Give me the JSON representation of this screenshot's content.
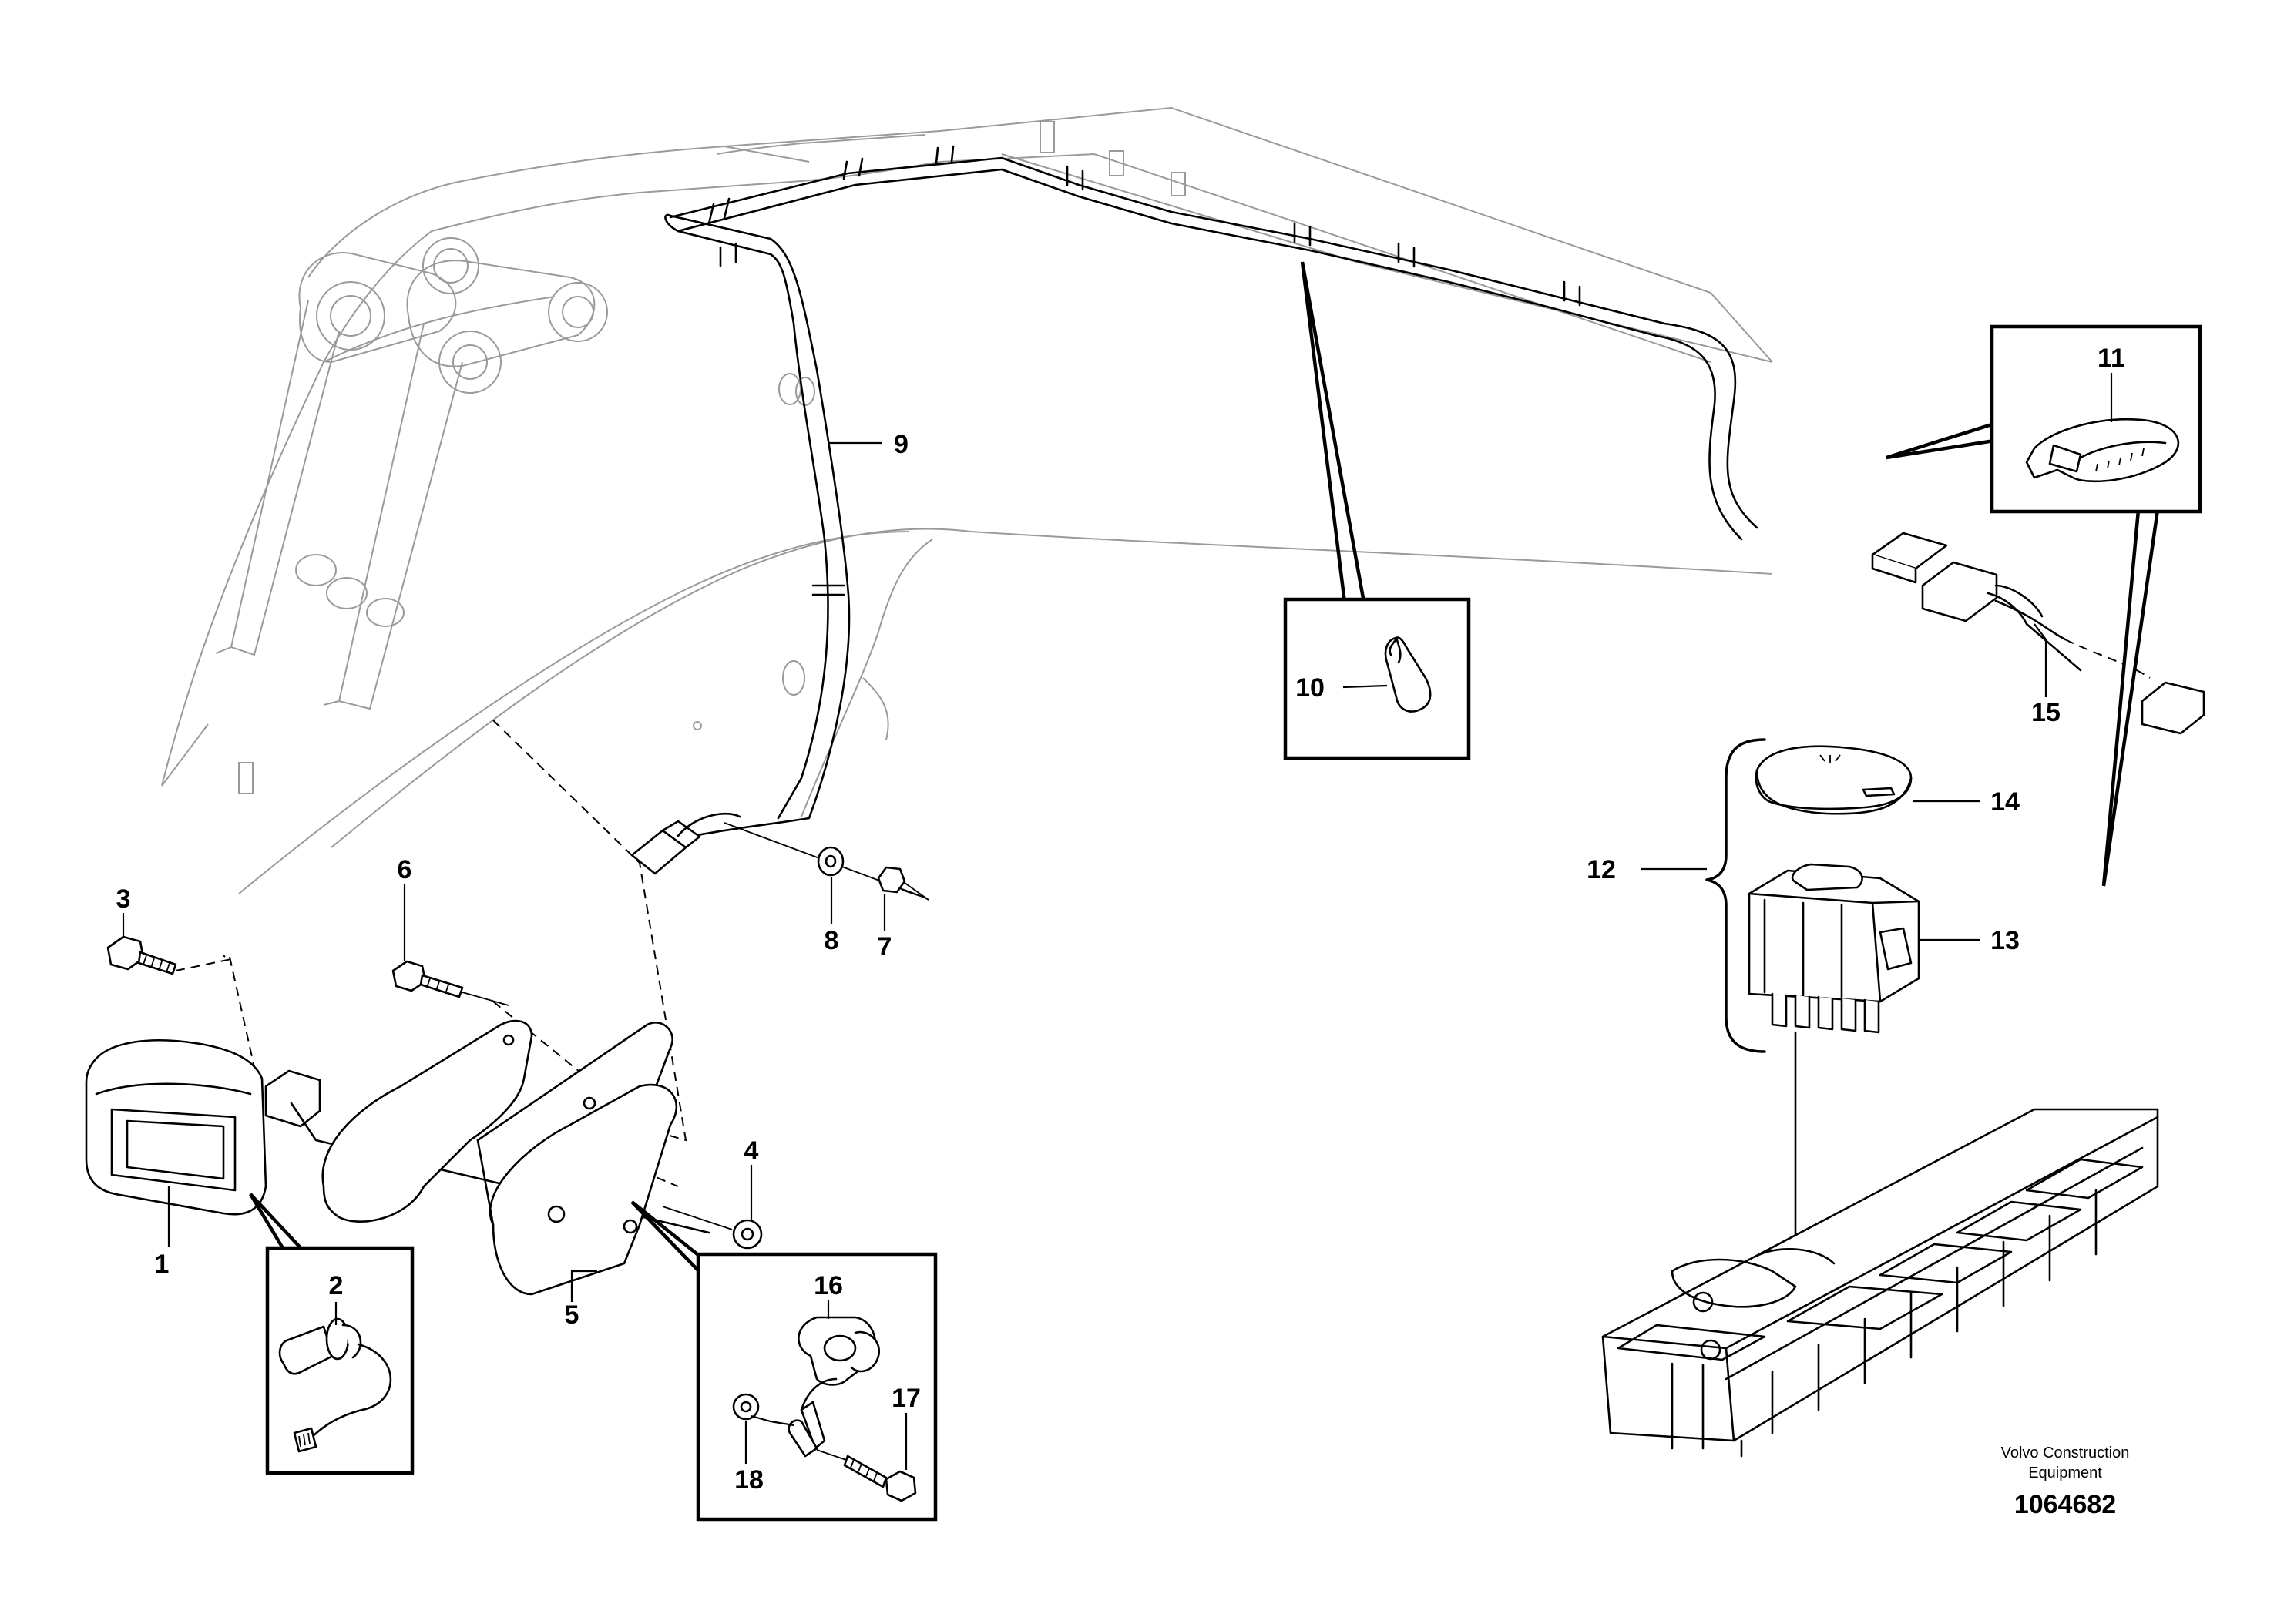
{
  "labels": {
    "l1": "1",
    "l2": "2",
    "l3": "3",
    "l4": "4",
    "l5": "5",
    "l6": "6",
    "l7": "7",
    "l8": "8",
    "l9": "9",
    "l10": "10",
    "l11": "11",
    "l12": "12",
    "l13": "13",
    "l14": "14",
    "l15": "15",
    "l16": "16",
    "l17": "17",
    "l18": "18"
  },
  "footer": {
    "brand_line1": "Volvo Construction",
    "brand_line2": "Equipment",
    "drawing_number": "1064682"
  }
}
